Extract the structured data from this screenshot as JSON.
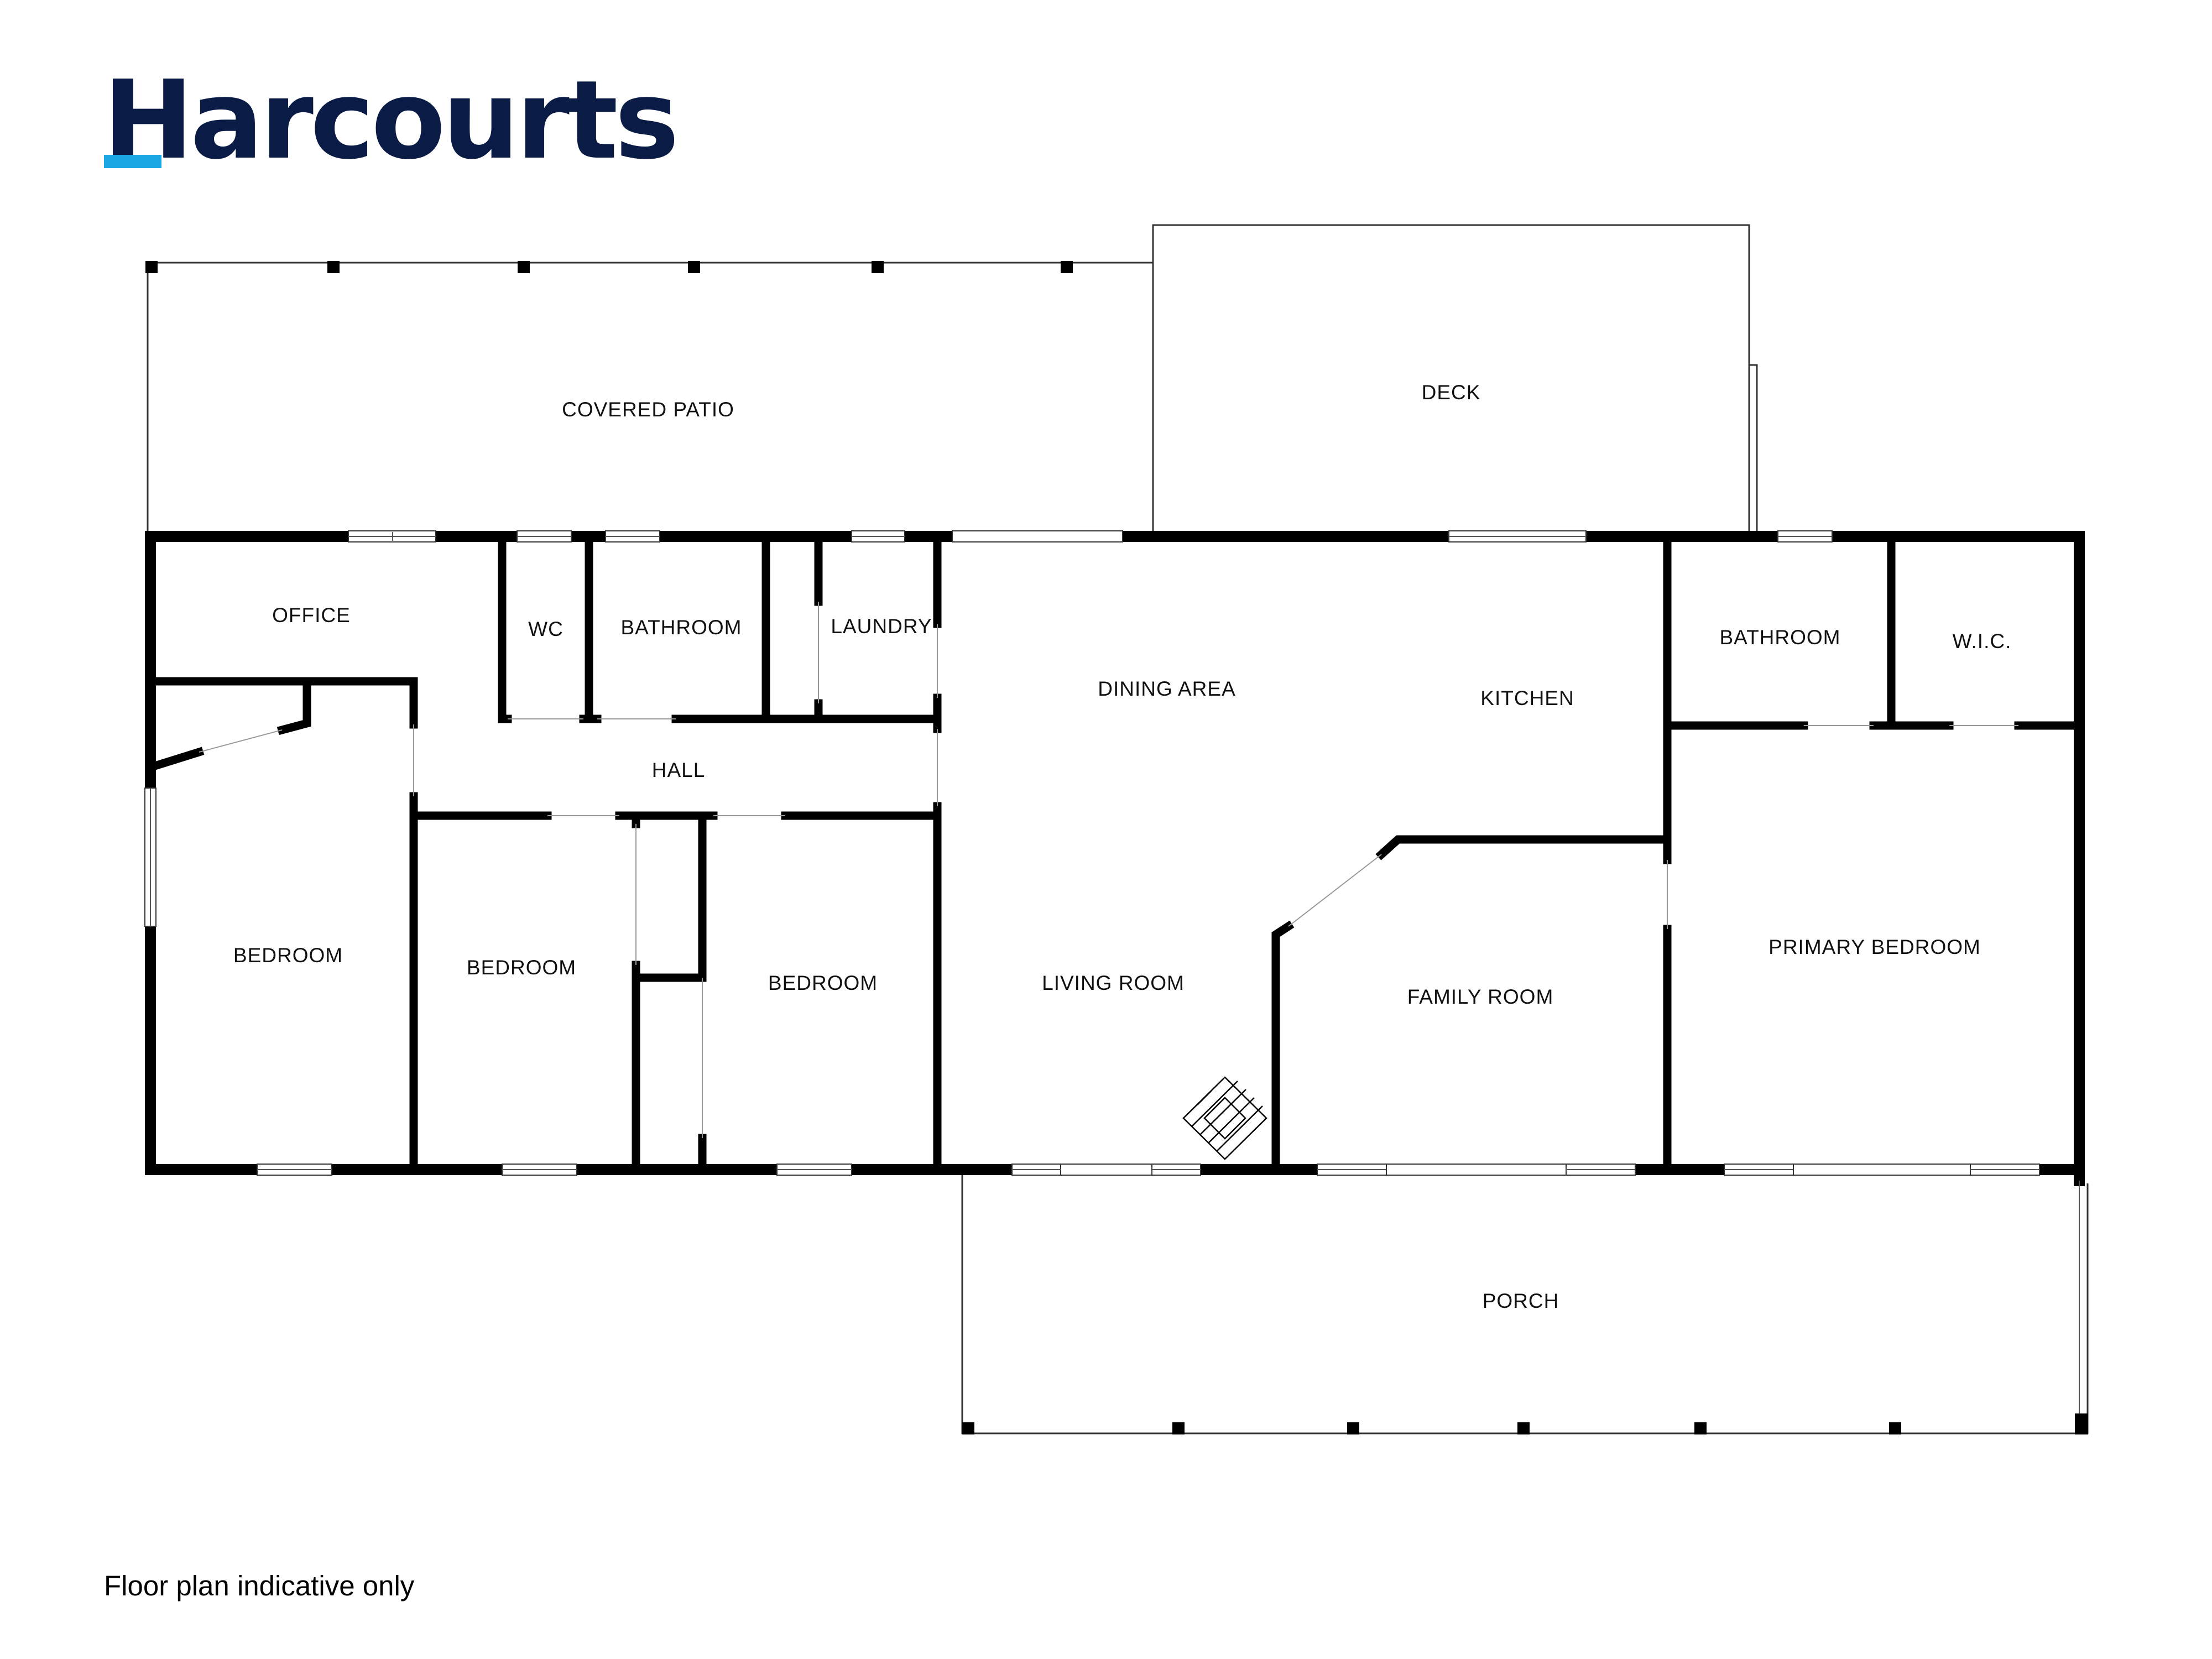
{
  "brand": {
    "name": "Harcourts",
    "text_color": "#0a1c45",
    "accent_color": "#1aa7e3"
  },
  "rooms": {
    "covered_patio": "COVERED PATIO",
    "deck": "DECK",
    "office": "OFFICE",
    "wc": "WC",
    "bathroom": "BATHROOM",
    "laundry": "LAUNDRY",
    "dining_area": "DINING AREA",
    "kitchen": "KITCHEN",
    "bathroom_ensuite": "BATHROOM",
    "wic": "W.I.C.",
    "hall": "HALL",
    "bedroom_1": "BEDROOM",
    "bedroom_2": "BEDROOM",
    "bedroom_3": "BEDROOM",
    "living_room": "LIVING ROOM",
    "family_room": "FAMILY ROOM",
    "primary_bedroom": "PRIMARY BEDROOM",
    "porch": "PORCH"
  },
  "footer": {
    "disclaimer": "Floor plan indicative only"
  },
  "colors": {
    "wall": "#000000",
    "thin_line": "#333333"
  }
}
